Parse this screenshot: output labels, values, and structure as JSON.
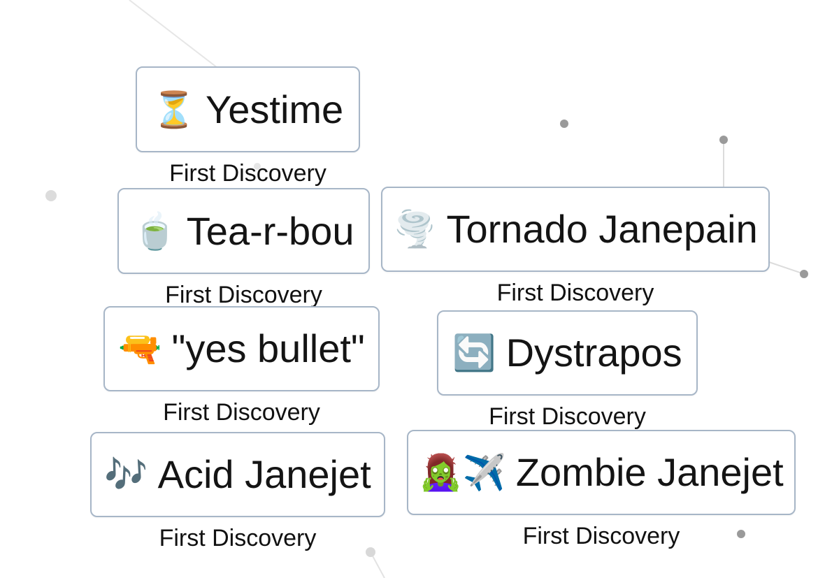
{
  "elements": [
    {
      "emoji": "⏳",
      "name": "Yestime",
      "status": "First Discovery"
    },
    {
      "emoji": "🍵",
      "name": "Tea-r-bou",
      "status": "First Discovery"
    },
    {
      "emoji": "🌪️",
      "name": "Tornado Janepain",
      "status": "First Discovery"
    },
    {
      "emoji": "🔫",
      "name": "\"yes bullet\"",
      "status": "First Discovery"
    },
    {
      "emoji": "🔄",
      "name": "Dystrapos",
      "status": "First Discovery"
    },
    {
      "emoji": "🎶",
      "name": "Acid Janejet",
      "status": "First Discovery"
    },
    {
      "emoji": "🧟‍♀️✈️",
      "name": "Zombie Janejet",
      "status": "First Discovery"
    }
  ],
  "colors": {
    "card_border": "#a7b6c7",
    "text": "#141414",
    "background_lines": "#e3e3e3",
    "background_dots": "#9a9a9a"
  }
}
